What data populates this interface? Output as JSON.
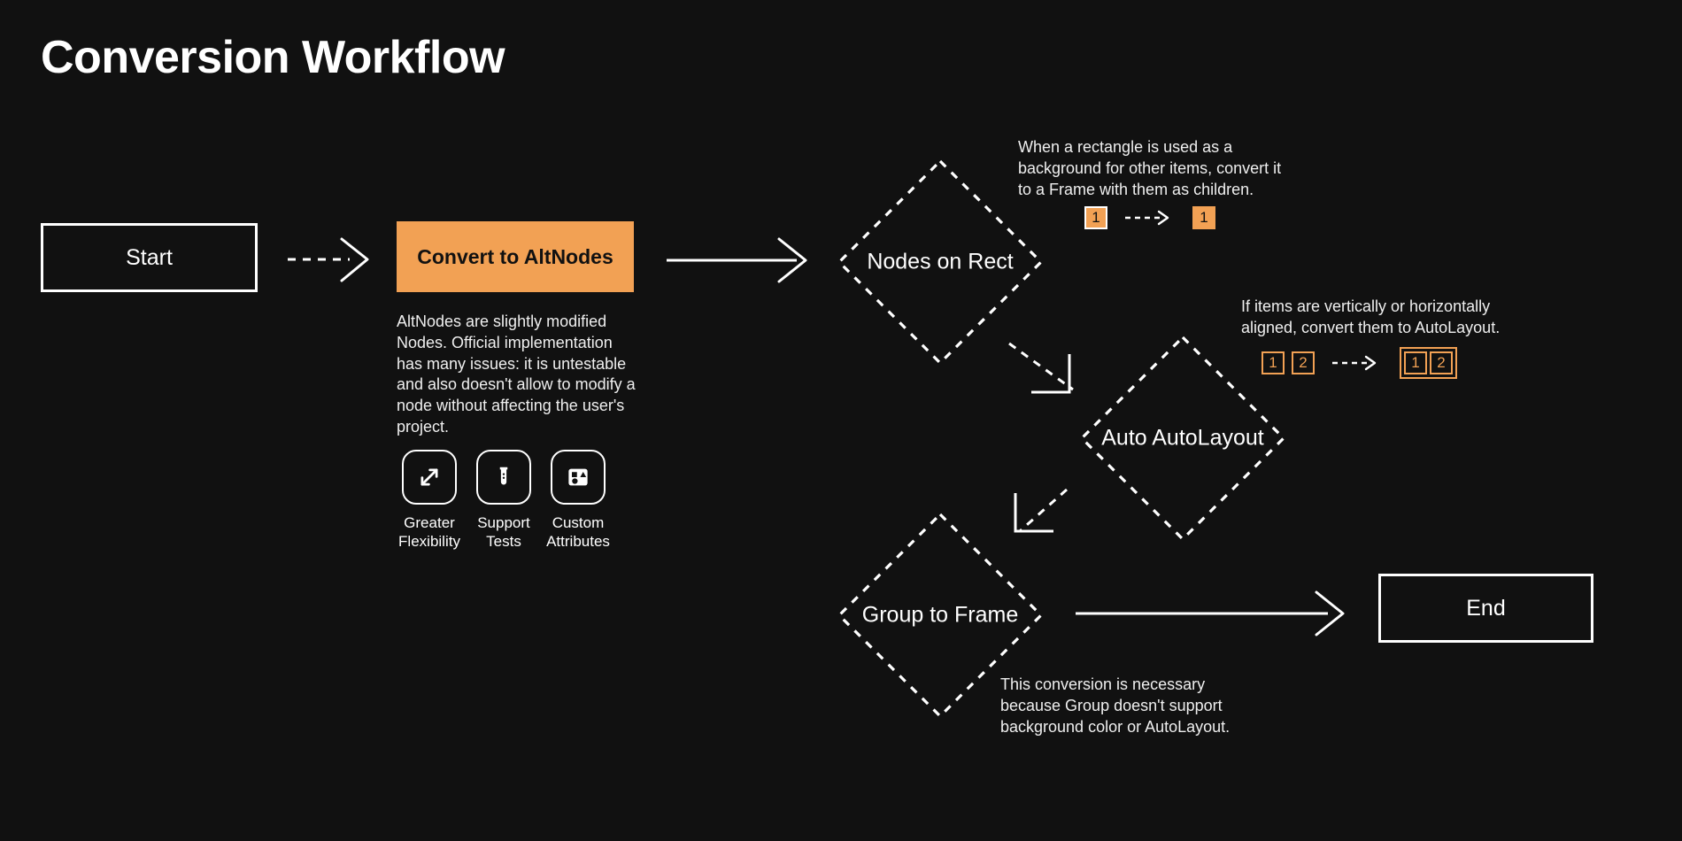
{
  "page": {
    "title": "Conversion Workflow",
    "background_color": "#111111",
    "accent_color": "#f2a154",
    "text_color": "#ffffff"
  },
  "nodes": {
    "start": {
      "label": "Start",
      "type": "terminal"
    },
    "convert": {
      "label": "Convert to AltNodes",
      "type": "process"
    },
    "nodes_on_rect": {
      "label": "Nodes on Rect",
      "type": "decision"
    },
    "auto_autolayout": {
      "label": "Auto AutoLayout",
      "type": "decision"
    },
    "group_to_frame": {
      "label": "Group to Frame",
      "type": "decision"
    },
    "end": {
      "label": "End",
      "type": "terminal"
    }
  },
  "notes": {
    "convert": "AltNodes are slightly modified Nodes. Official implementation has many issues: it is untestable and also doesn't allow to modify a node without affecting the user's project.",
    "nodes_on_rect": "When a rectangle is used as a background for other items, convert it to a Frame with them as children.",
    "auto_autolayout": "If items are vertically or horizontally aligned, convert them to AutoLayout.",
    "group_to_frame": "This conversion is necessary because Group doesn't support background color or AutoLayout."
  },
  "features": [
    {
      "icon": "expand-arrows-icon",
      "label": "Greater\nFlexibility"
    },
    {
      "icon": "test-tube-icon",
      "label": "Support\nTests"
    },
    {
      "icon": "shapes-icon",
      "label": "Custom\nAttributes"
    }
  ],
  "badges": {
    "rect_before": [
      "1"
    ],
    "rect_after": [
      "1"
    ],
    "auto_before": [
      "1",
      "2"
    ],
    "auto_after": [
      "1",
      "2"
    ]
  }
}
